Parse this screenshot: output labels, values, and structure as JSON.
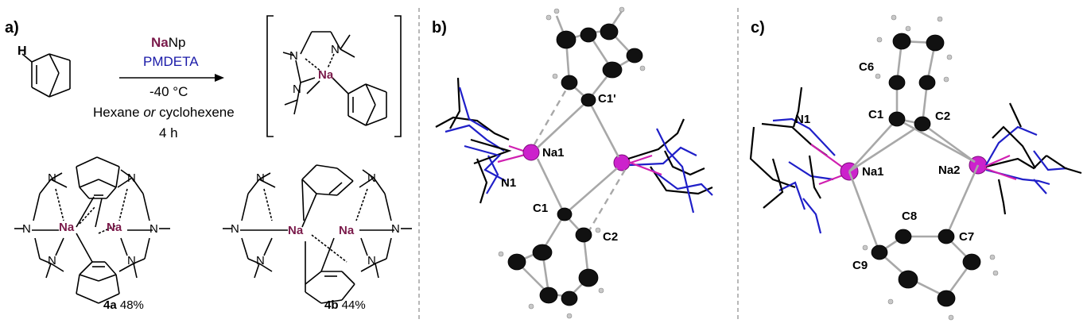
{
  "panels": {
    "a": "a)",
    "b": "b)",
    "c": "c)"
  },
  "reaction": {
    "reagent_prefix": "Na",
    "reagent_suffix": "Np",
    "ligand": "PMDETA",
    "temperature": "-40 °C",
    "solvent_pre": "Hexane ",
    "solvent_or": "or",
    "solvent_post": " cyclohexene",
    "time": "4 h"
  },
  "atoms": {
    "H": "H",
    "N": "N",
    "Na": "Na"
  },
  "products": {
    "a_id": "4a",
    "a_yield": " 48%",
    "b_id": "4b",
    "b_yield": " 44%"
  },
  "crystal_b": {
    "na1": "Na1",
    "n1": "N1",
    "c1": "C1",
    "c1p": "C1'",
    "c2": "C2"
  },
  "crystal_c": {
    "n1": "N1",
    "na1": "Na1",
    "na2": "Na2",
    "c1": "C1",
    "c2": "C2",
    "c6": "C6",
    "c7": "C7",
    "c8": "C8",
    "c9": "C9"
  },
  "colors": {
    "sodium_text": "#7a1a4a",
    "ligand_text": "#1a1aa8",
    "nitrogen_bond": "#1f1fc8",
    "sodium_atom": "#cc22cc",
    "divider": "#888888"
  }
}
